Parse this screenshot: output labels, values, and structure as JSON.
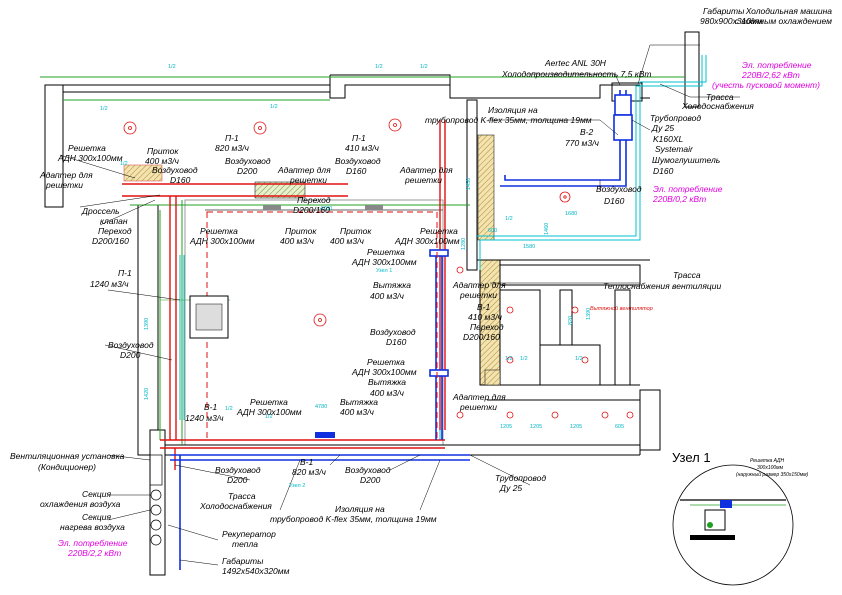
{
  "labels": {
    "gabarity_top": "Габариты",
    "gabarity_top_size": "980x900x310мм",
    "chiller_1": "Холодильная машина",
    "chiller_2": "с водяным охлаждением",
    "aertec": "Aertec ANL 30H",
    "cold_power": "Холодопроизводительность 7,5 кВт",
    "el_chiller_1": "Эл. потребление",
    "el_chiller_2": "220В/2,62 кВт",
    "el_chiller_3": "(учесть пусковой момент)",
    "trassa_cold_1": "Трасса",
    "trassa_cold_2": "Холодоснабжения",
    "insul_top_1": "Изоляция на",
    "insul_top_2": "трубопровод  K-flex 35мм, толщина 19мм",
    "pipe_top_1": "Трубопровод",
    "pipe_top_2": "Ду 25",
    "v2": "В-2",
    "v2_flow": "770 м3/ч",
    "k160": "K160XL",
    "systemair": "Systemair",
    "silencer": "Шумоглушитель",
    "d160_a": "D160",
    "el_v2_1": "Эл. потребление",
    "el_v2_2": "220В/0,2 кВт",
    "duct_d160_right_1": "Воздуховод",
    "duct_d160_right_2": "D160",
    "grille_left_1": "Решетка",
    "grille_left_2": "АДН 300x100мм",
    "pritok_left_1": "Приток",
    "pritok_left_2": "400 м3/ч",
    "adapter_left_1": "Адаптер для",
    "adapter_left_2": "решетки",
    "duct_d160_left_1": "Воздуховод",
    "duct_d160_left_2": "D160",
    "p1_a": "П-1",
    "p1_a_flow": "820 м3/ч",
    "duct_d200_top_1": "Воздуховод",
    "duct_d200_top_2": "D200",
    "adapter_mid_1": "Адаптер для",
    "adapter_mid_2": "решетки",
    "p1_b": "П-1",
    "p1_b_flow": "410 м3/ч",
    "duct_d160_mid_1": "Воздуховод",
    "duct_d160_mid_2": "D160",
    "adapter_mid2_1": "Адаптер для",
    "adapter_mid2_2": "решетки",
    "perehod_top_1": "Переход",
    "perehod_top_2": "D200/160",
    "throttle_1": "Дроссель",
    "throttle_2": "клапан",
    "perehod_left_1": "Переход",
    "perehod_left_2": "D200/160",
    "grille_c1_1": "Решетка",
    "grille_c1_2": "АДН 300x100мм",
    "pritok_c1_1": "Приток",
    "pritok_c1_2": "400 м3/ч",
    "pritok_c2_1": "Приток",
    "pritok_c2_2": "400 м3/ч",
    "grille_c2_1": "Решетка",
    "grille_c2_2": "АДН 300x100мм",
    "grille_r1_1": "Решетка",
    "grille_r1_2": "АДН 300x100мм",
    "exhaust_r1_1": "Вытяжка",
    "exhaust_r1_2": "400 м3/ч",
    "adapter_r1_1": "Адаптер для",
    "adapter_r1_2": "решетки",
    "b1_a": "В-1",
    "b1_a_flow": "410 м3/ч",
    "perehod_r_1": "Переход",
    "perehod_r_2": "D200/160",
    "duct_d160_r_1": "Воздуховод",
    "duct_d160_r_2": "D160",
    "grille_r2_1": "Решетка",
    "grille_r2_2": "АДН 300x100мм",
    "exhaust_r2_1": "Вытяжка",
    "exhaust_r2_2": "400 м3/ч",
    "adapter_r2_1": "Адаптер для",
    "adapter_r2_2": "решетки",
    "p1_c": "П-1",
    "p1_c_flow": "1240 м3/ч",
    "duct_d200_left_1": "Воздуховод",
    "duct_d200_left_2": "D200",
    "grille_b_1": "Решетка",
    "grille_b_2": "АДН 300x100мм",
    "exhaust_b_1": "Вытяжка",
    "exhaust_b_2": "400 м3/ч",
    "b1_b": "В-1",
    "b1_b_flow": "1240 м3/ч",
    "trassa_heat_1": "Трасса",
    "trassa_heat_2": "Теплоснабжения вентиляции",
    "exhaust_fan": "Вытяжной вентилятор",
    "vent_unit_1": "Вентиляционная установка",
    "vent_unit_2": "(Кондиционер)",
    "duct_d200_b1_1": "Воздуховод",
    "duct_d200_b1_2": "D200",
    "b1_c": "В-1",
    "b1_c_flow": "820 м3/ч",
    "duct_d200_b2_1": "Воздуховод",
    "duct_d200_b2_2": "D200",
    "pipe_b_1": "Трубопровод",
    "pipe_b_2": "Ду 25",
    "section_cool_1": "Секция",
    "section_cool_2": "охлаждения воздуха",
    "trassa_cold_b_1": "Трасса",
    "trassa_cold_b_2": "Холодоснабжения",
    "insul_b_1": "Изоляция на",
    "insul_b_2": "трубопровод  K-flex 35мм, толщина 19мм",
    "section_heat_1": "Секция",
    "section_heat_2": "нагрева воздуха",
    "recup_1": "Рекуператор",
    "recup_2": "тепла",
    "el_unit_1": "Эл. потребление",
    "el_unit_2": "220В/2,2 кВт",
    "gabarity_b_1": "Габариты",
    "gabarity_b_2": "1492x540x320мм",
    "node1_title": "Узел 1",
    "node1_grille_1": "Решетка АДН",
    "node1_grille_2": "300x100мм",
    "node1_grille_3": "(наружный размер 350x150мм)",
    "uzel1_small": "Узел 1",
    "uzel2_small": "Узел 2"
  },
  "dimensions": [
    "1/2",
    "1/2",
    "1/2",
    "1/2",
    "4780",
    "1580",
    "1680",
    "1205",
    "4780",
    "1205",
    "1205",
    "605",
    "1/2",
    "1/2",
    "1/2",
    "1/2",
    "1/2",
    "1/2",
    "1450",
    "1280",
    "600",
    "1460",
    "1390",
    "1420",
    "820",
    "1390",
    "1/2",
    "1/2"
  ],
  "colors": {
    "wall": "#000000",
    "supply": "#e01010",
    "exhaust": "#1030e0",
    "cooling": "#00c0d0",
    "heating": "#20a020",
    "magenta": "#e000e0",
    "insulation": "#c8a040"
  }
}
